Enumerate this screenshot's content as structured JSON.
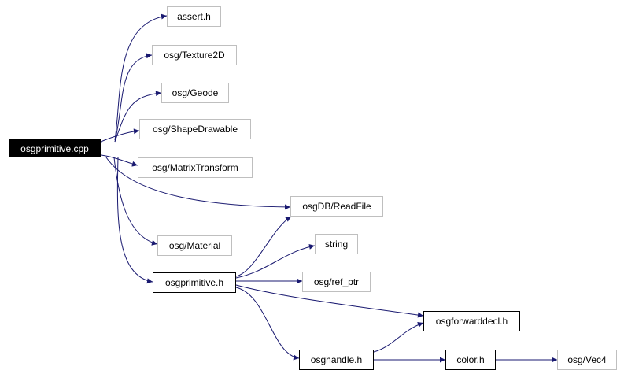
{
  "colors": {
    "edge": "#191970",
    "root_fill": "#000000",
    "root_text": "#ffffff",
    "ext_border": "#bfbfbf",
    "int_border": "#000000"
  },
  "nodes": {
    "root": {
      "label": "osgprimitive.cpp"
    },
    "assert_h": {
      "label": "assert.h"
    },
    "texture2d": {
      "label": "osg/Texture2D"
    },
    "geode": {
      "label": "osg/Geode"
    },
    "shapedrawable": {
      "label": "osg/ShapeDrawable"
    },
    "matrixtransform": {
      "label": "osg/MatrixTransform"
    },
    "readfile": {
      "label": "osgDB/ReadFile"
    },
    "material": {
      "label": "osg/Material"
    },
    "string": {
      "label": "string"
    },
    "osgprimitive_h": {
      "label": "osgprimitive.h"
    },
    "ref_ptr": {
      "label": "osg/ref_ptr"
    },
    "osgforwarddecl": {
      "label": "osgforwarddecl.h"
    },
    "osghandle": {
      "label": "osghandle.h"
    },
    "color_h": {
      "label": "color.h"
    },
    "vec4": {
      "label": "osg/Vec4"
    }
  }
}
